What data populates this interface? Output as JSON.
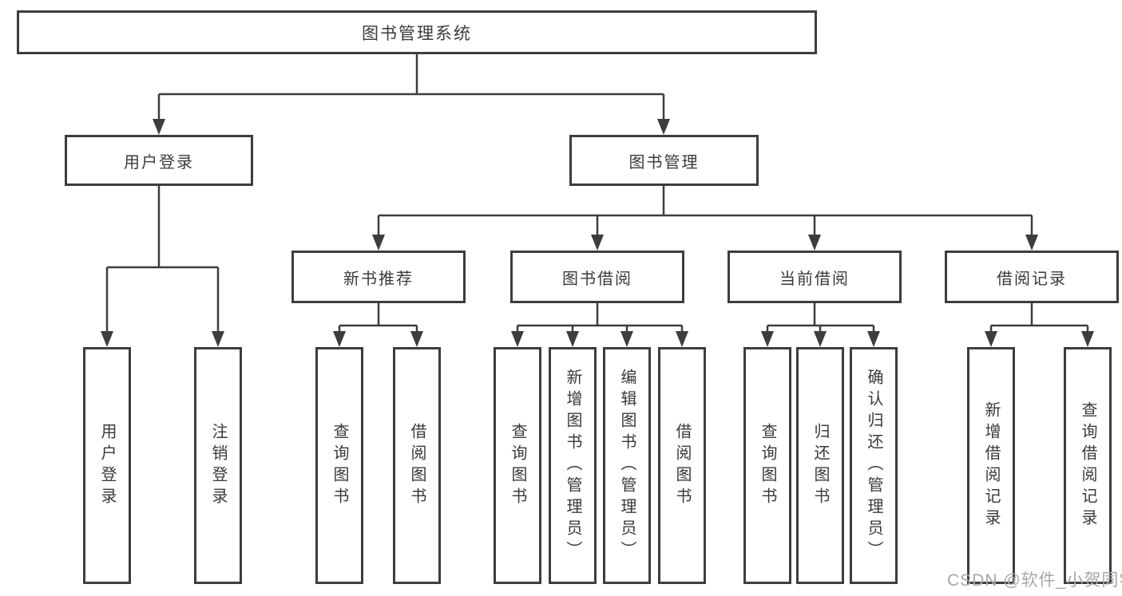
{
  "diagram": {
    "title": "图书管理系统",
    "tree": {
      "label": "图书管理系统",
      "children": [
        {
          "label": "用户登录",
          "children": [
            {
              "label": "用户登录"
            },
            {
              "label": "注销登录"
            }
          ]
        },
        {
          "label": "图书管理",
          "children": [
            {
              "label": "新书推荐",
              "children": [
                {
                  "label": "查询图书"
                },
                {
                  "label": "借阅图书"
                }
              ]
            },
            {
              "label": "图书借阅",
              "children": [
                {
                  "label": "查询图书"
                },
                {
                  "label": "新增图书（管理员）"
                },
                {
                  "label": "编辑图书（管理员）"
                },
                {
                  "label": "借阅图书"
                }
              ]
            },
            {
              "label": "当前借阅",
              "children": [
                {
                  "label": "查询图书"
                },
                {
                  "label": "归还图书"
                },
                {
                  "label": "确认归还（管理员）"
                }
              ]
            },
            {
              "label": "借阅记录",
              "children": [
                {
                  "label": "新增借阅记录"
                },
                {
                  "label": "查询借阅记录"
                }
              ]
            }
          ]
        }
      ]
    }
  },
  "watermark": "CSDN @软件_小贺同学",
  "colors": {
    "line": "#3d3d3d",
    "text": "#3a3a3a",
    "background": "#ffffff",
    "watermark": "#a7a7ab"
  }
}
